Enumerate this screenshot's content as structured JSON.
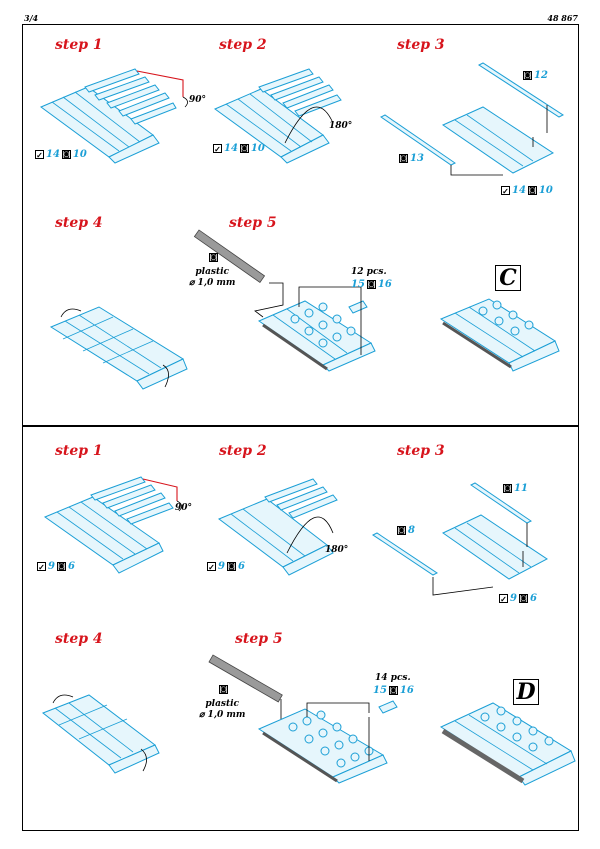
{
  "header": {
    "page": "3/4",
    "code": "48 867"
  },
  "panels": {
    "c": {
      "steps": [
        "step 1",
        "step 2",
        "step 3",
        "step 4",
        "step 5"
      ],
      "s1": {
        "angle": "90°",
        "ref1": "14",
        "ref2": "10"
      },
      "s2": {
        "angle": "180°",
        "ref1": "14",
        "ref2": "10"
      },
      "s3": {
        "top": "12",
        "left": "13",
        "ref1": "14",
        "ref2": "10"
      },
      "s5": {
        "material": "plastic",
        "diameter": "⌀ 1,0 mm",
        "pcs": "12 pcs.",
        "ref1": "15",
        "ref2": "16"
      },
      "variant": "C"
    },
    "d": {
      "steps": [
        "step 1",
        "step 2",
        "step 3",
        "step 4",
        "step 5"
      ],
      "s1": {
        "angle": "90°",
        "ref1": "9",
        "ref2": "6"
      },
      "s2": {
        "angle": "180°",
        "ref1": "9",
        "ref2": "6"
      },
      "s3": {
        "top": "11",
        "left": "8",
        "ref1": "9",
        "ref2": "6"
      },
      "s5": {
        "material": "plastic",
        "diameter": "⌀ 1,0 mm",
        "pcs": "14 pcs.",
        "ref1": "15",
        "ref2": "16"
      },
      "variant": "D"
    }
  },
  "icons": {
    "bend": "bend-icon",
    "etch": "photo-etch-part-icon"
  },
  "colors": {
    "step": "#d7141c",
    "part": "#1b9fd6",
    "partFill": "#e6f6fc"
  }
}
